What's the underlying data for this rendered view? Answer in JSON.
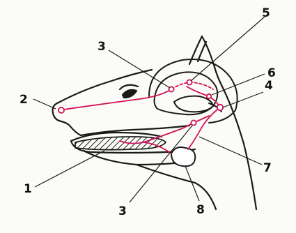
{
  "colors": {
    "outline": "#1a1a1a",
    "pathway": "#d0105a",
    "background": "#fbfbf7"
  },
  "labels": {
    "l1": "1",
    "l2": "2",
    "l3_top": "3",
    "l3_bottom": "3",
    "l4": "4",
    "l5": "5",
    "l6": "6",
    "l7": "7",
    "l8": "8"
  }
}
